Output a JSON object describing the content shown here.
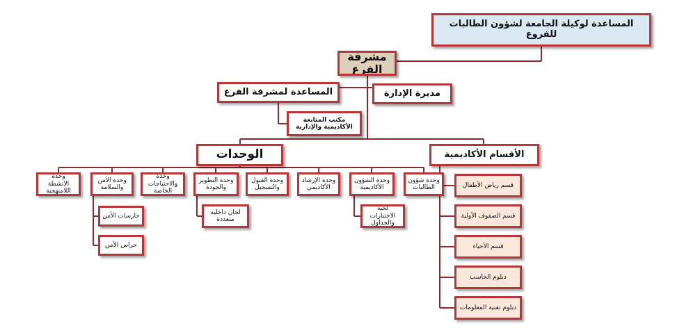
{
  "colors": {
    "border": "#b5373a",
    "line": "#8a2c2e",
    "top_fill": "#dbe9f3",
    "head_fill": "#ddd0bb",
    "dept_fill": "#fce8da"
  },
  "top": {
    "label": "المساعدة لوكيلة الجامعة لشؤون الطالبات للفروع"
  },
  "head": {
    "label": "مشرفة الفرع"
  },
  "assistant": {
    "label": "المساعدة لمشرفة الفرع"
  },
  "admin_director": {
    "label": "مديرة الإدارة"
  },
  "followup_office": {
    "label": "مكتب المتابعة الأكاديمية والإدارية"
  },
  "units_header": {
    "label": "الوحدات"
  },
  "departments_header": {
    "label": "الأقسام الأكاديمية"
  },
  "units": {
    "student_affairs": "وحدة شؤون الطالبات",
    "academic_affairs": "وحدة الشؤون الأكاديمية",
    "academic_guidance": "وحدة الإرشاد الأكاديمي",
    "admission": "وحدة القبول والتسجيل",
    "development": "وحدة التطوير والجودة",
    "special_needs": "وحدة والاحتياجات الخاصة",
    "security": "وحدة الأمن والسلامة",
    "activities": "وحدة الانشطة اللامنهجية"
  },
  "subunits": {
    "exams_committee": "لجنة الاختبارات والجداول",
    "internal_committees": "لجان داخلية متعددة",
    "female_guards": "حارسات الأمن",
    "male_guards": "حراس الأمن"
  },
  "departments": [
    "قسم رياض الأطفال",
    "قسم الصفوف الأولية",
    "قسم الأحياء",
    "دبلوم الحاسب",
    "دبلوم تقنية المعلومات"
  ]
}
